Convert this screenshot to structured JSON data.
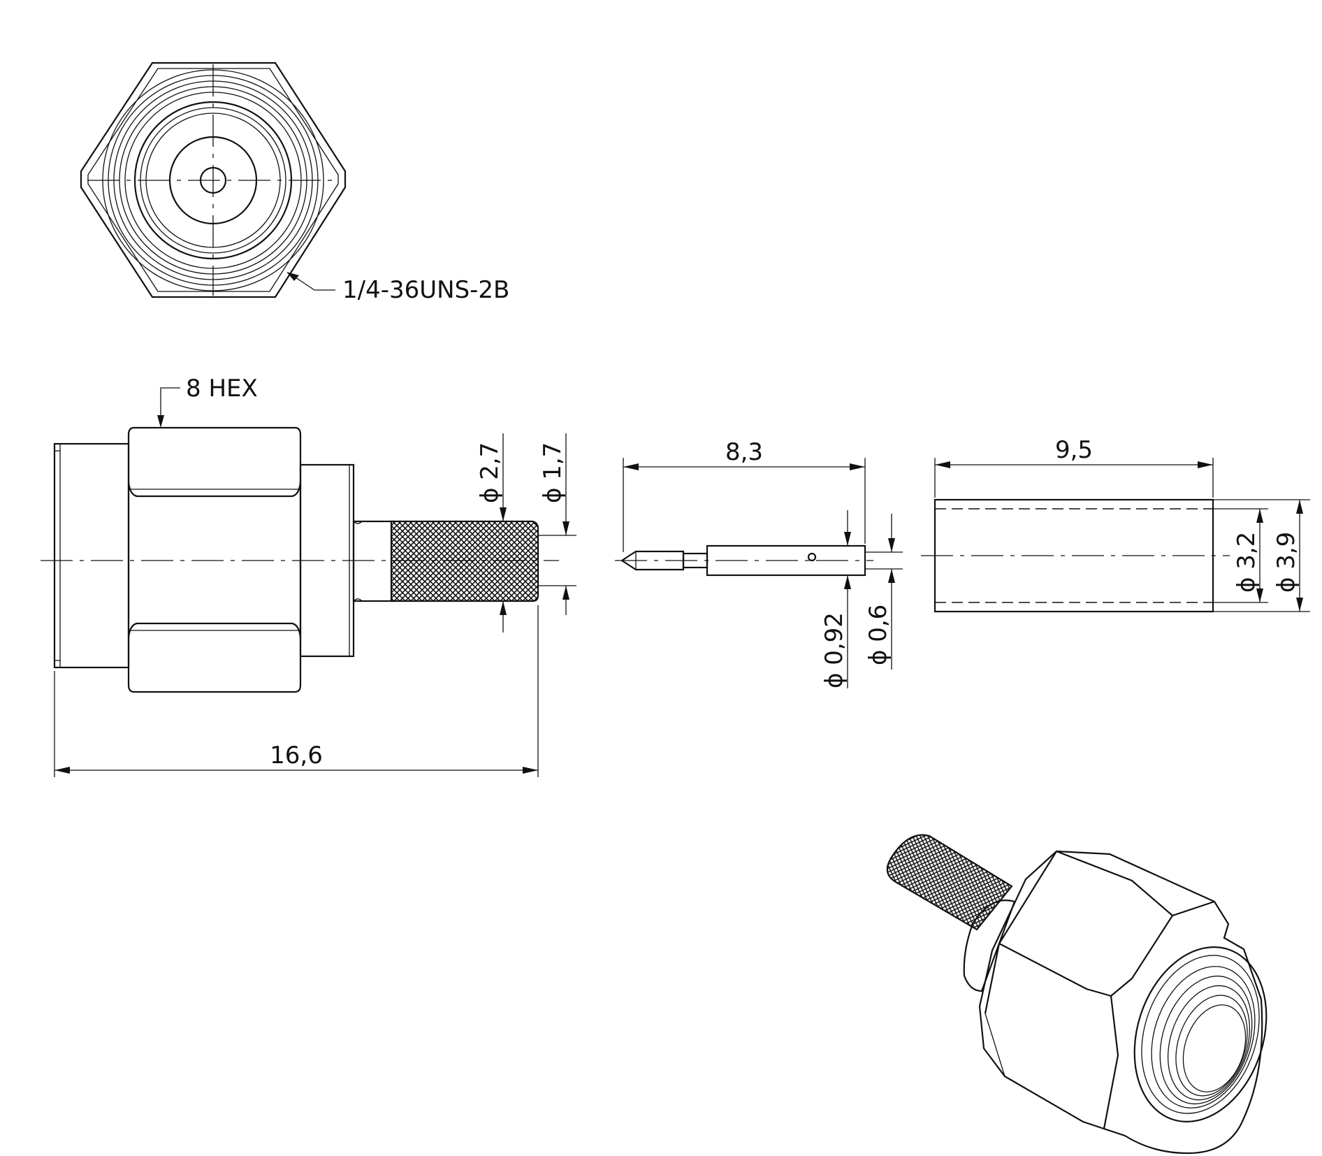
{
  "front_view": {
    "thread_callout": "1/4-36UNS-2B"
  },
  "side_view": {
    "hex_callout": "8 HEX",
    "overall_length": "16,6",
    "crimp_outer_diameter": "ϕ 2,7",
    "crimp_inner_diameter": "ϕ 1,7"
  },
  "contact_pin": {
    "length": "8,3",
    "diameter_outer": "ϕ 0,92",
    "diameter_inner": "ϕ 0,6"
  },
  "ferrule": {
    "length": "9,5",
    "inner_diameter": "ϕ 3,2",
    "outer_diameter": "ϕ 3,9"
  },
  "colors": {
    "line": "#111111",
    "background": "#ffffff"
  }
}
